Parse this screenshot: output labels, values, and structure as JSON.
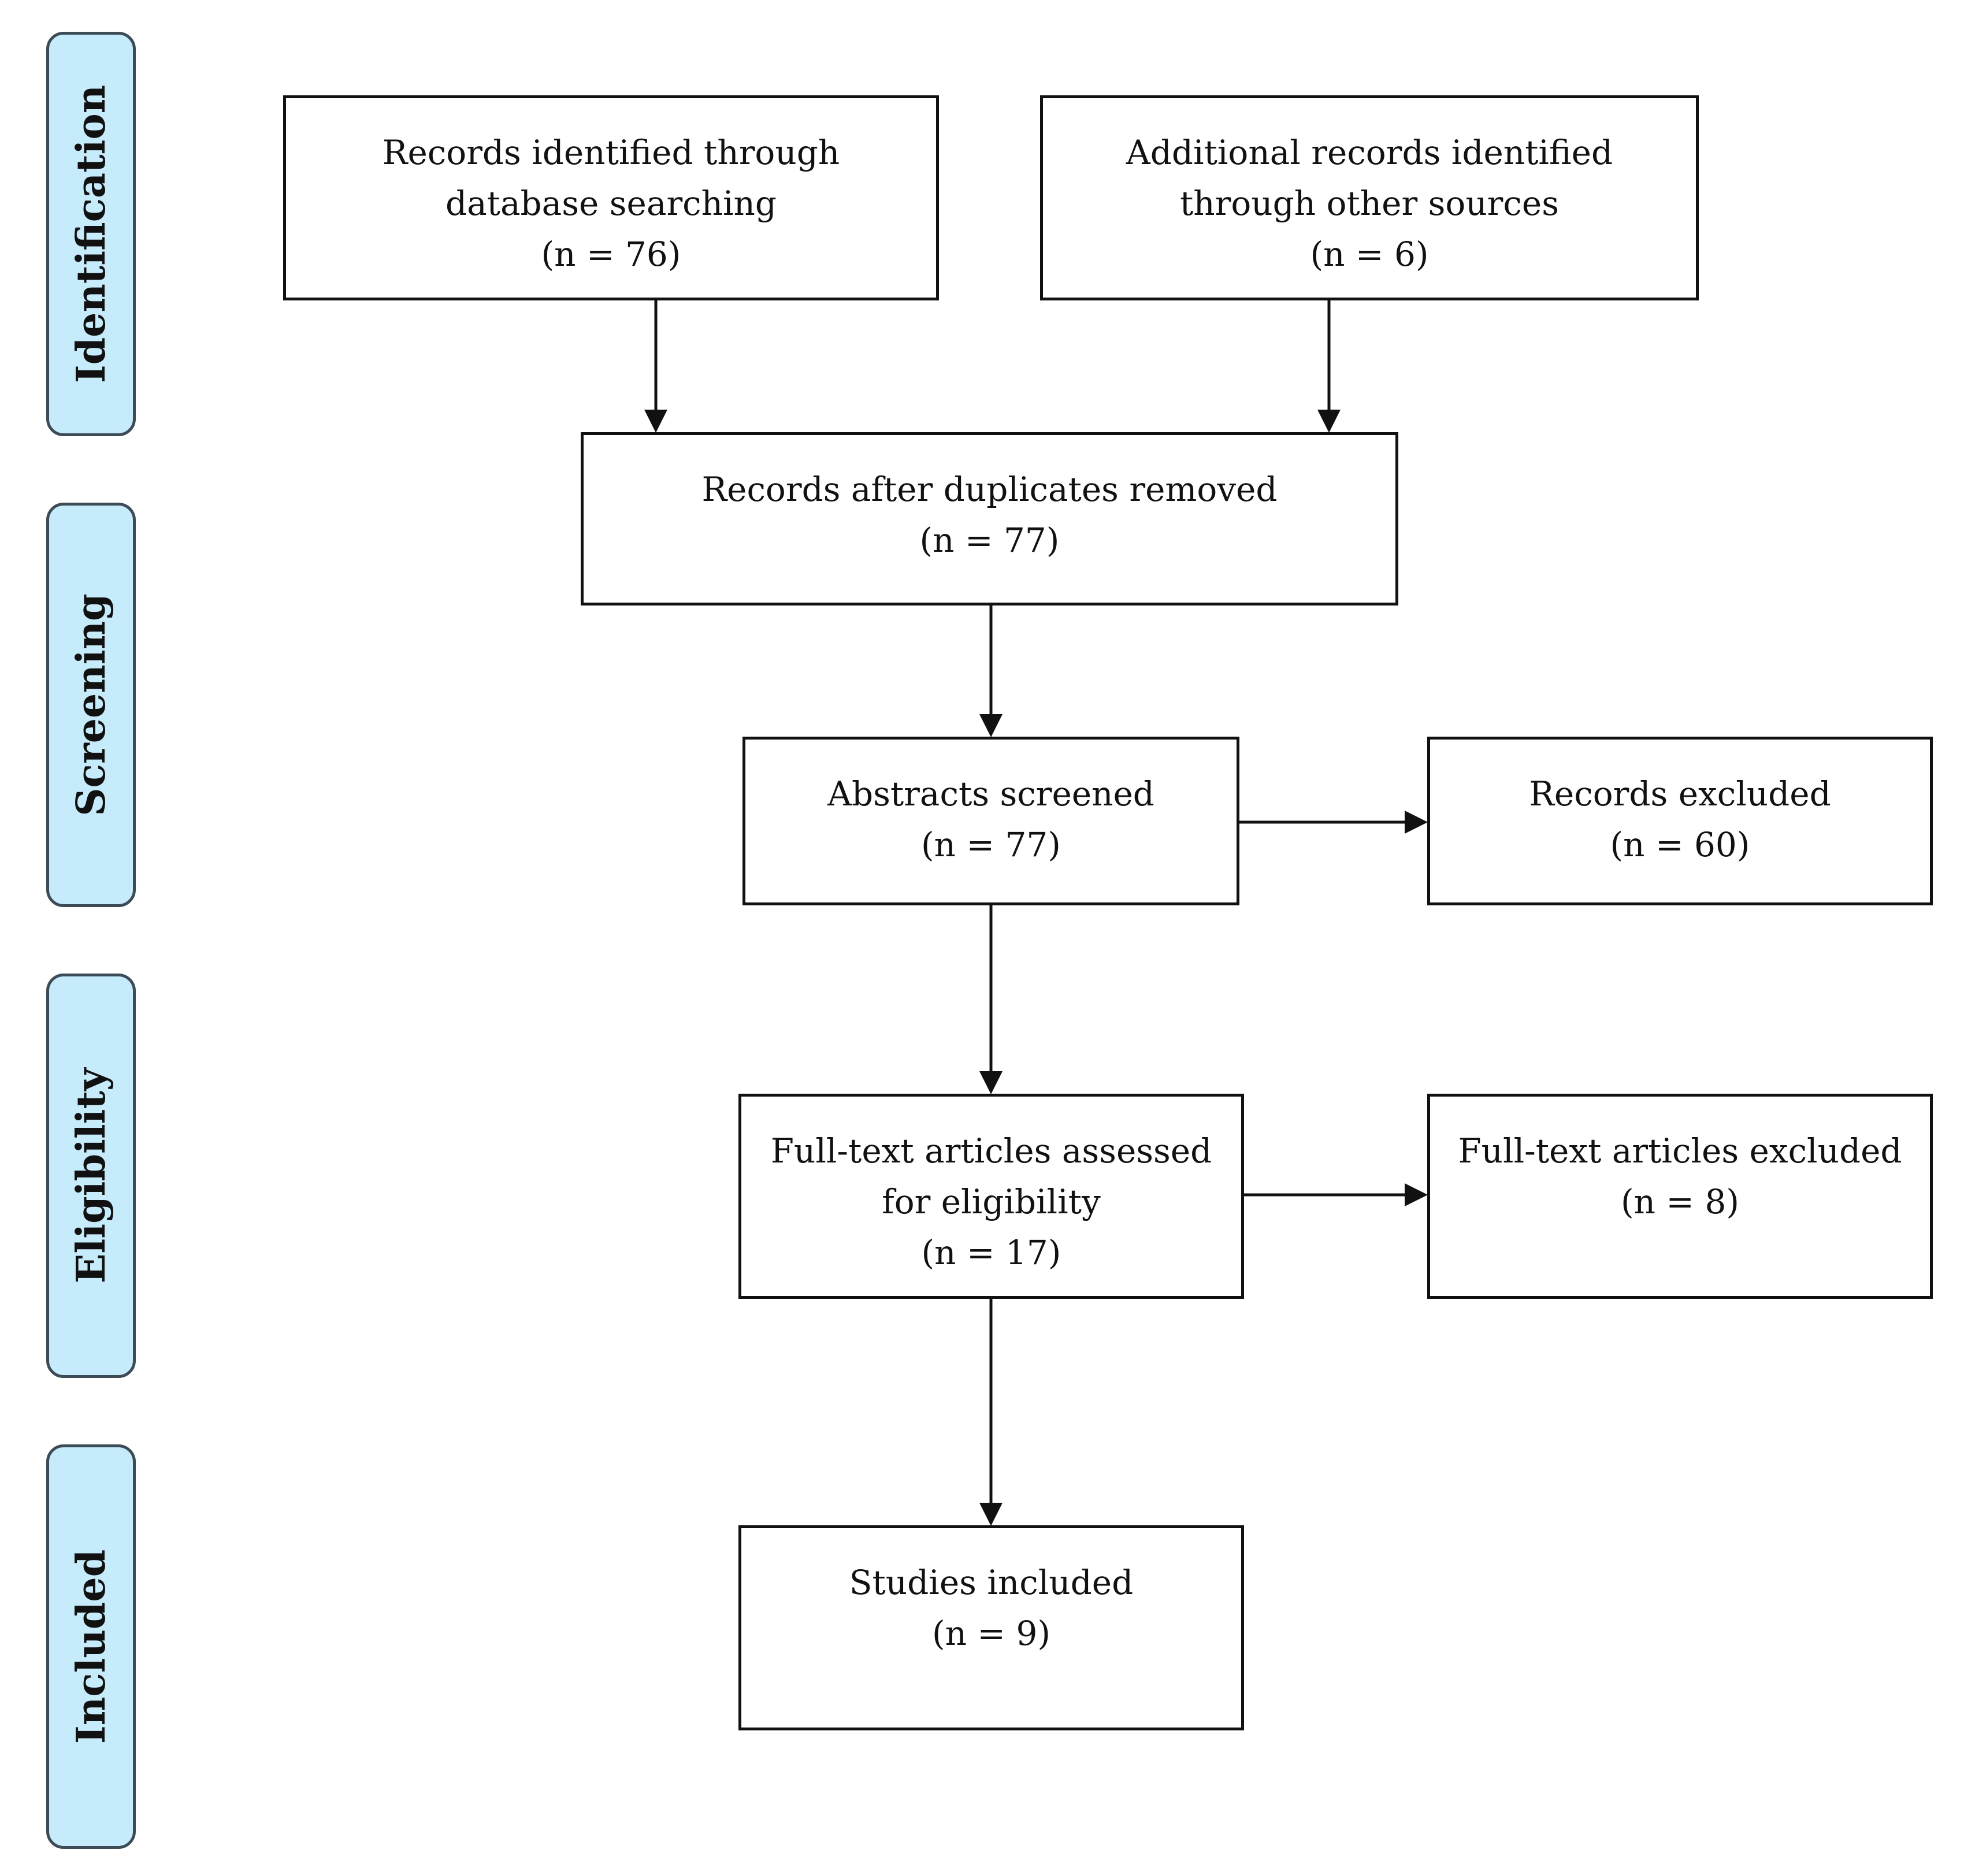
{
  "stages": [
    {
      "id": "identification",
      "label": "Identification"
    },
    {
      "id": "screening",
      "label": "Screening"
    },
    {
      "id": "eligibility",
      "label": "Eligibility"
    },
    {
      "id": "included",
      "label": "Included"
    }
  ],
  "boxes": {
    "database": {
      "lines": [
        "Records identified through",
        "database searching"
      ],
      "count": "(n = 76)"
    },
    "other_sources": {
      "lines": [
        "Additional records identified",
        "through other sources"
      ],
      "count": "(n =  6)"
    },
    "after_duplicates": {
      "lines": [
        "Records after duplicates removed"
      ],
      "count": "(n =  77)"
    },
    "abstracts_screened": {
      "lines": [
        "Abstracts screened"
      ],
      "count": "(n =   77)"
    },
    "records_excluded": {
      "lines": [
        "Records excluded"
      ],
      "count": "(n =  60)"
    },
    "fulltext_assessed": {
      "lines": [
        "Full-text articles assessed",
        "for eligibility"
      ],
      "count": "(n =  17)"
    },
    "fulltext_excluded": {
      "lines": [
        "Full-text articles excluded"
      ],
      "count": "(n =   8)"
    },
    "studies_included": {
      "lines": [
        "Studies included"
      ],
      "count": "(n =  9)"
    }
  },
  "colors": {
    "stage_fill": "#c6ebfb",
    "stage_border": "#3c4b55",
    "box_border": "#111111"
  }
}
